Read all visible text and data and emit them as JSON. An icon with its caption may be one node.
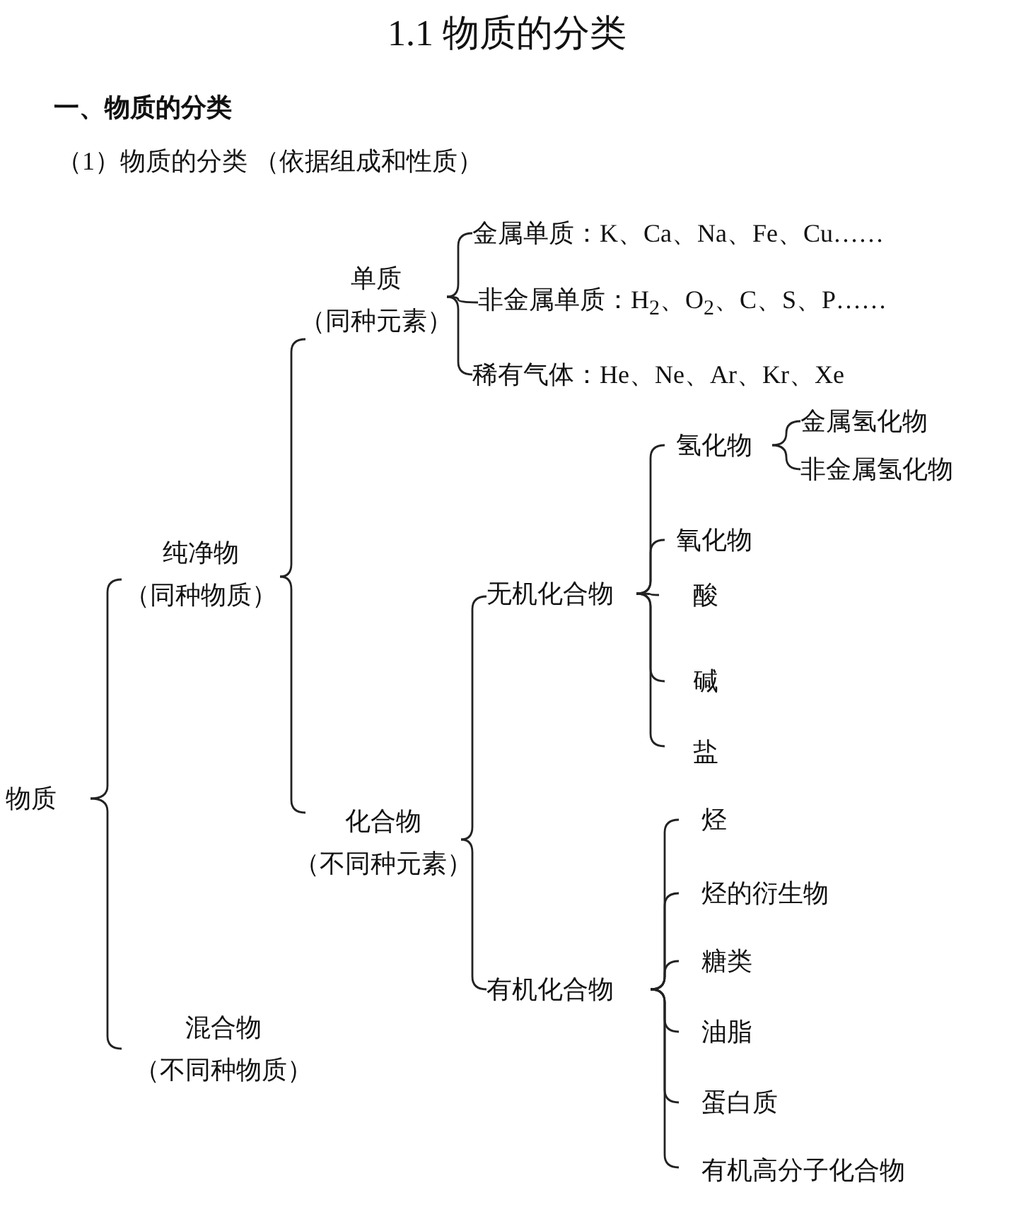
{
  "diagram": {
    "title": "1.1 物质的分类",
    "nodes": [
      {
        "text": [
          "物质"
        ]
      },
      {
        "text": [
          "纯净物",
          "（同种物质）"
        ]
      },
      {
        "text": [
          "混合物",
          "（不同种物质）"
        ]
      },
      {
        "text": [
          "单质",
          "（同种元素）"
        ]
      },
      {
        "text": [
          "化合物",
          "（不同种元素）"
        ]
      },
      {
        "text": [
          "金属单质：K、Ca、Na、Fe、Cu……"
        ]
      },
      {
        "text": [
          "非金属单质：H$_{2}$、O$_{2}$、C、S、P……"
        ]
      },
      {
        "text": [
          "稀有气体：He、Ne、Ar、Kr、Xe"
        ]
      },
      {
        "text": [
          "无机化合物"
        ]
      },
      {
        "text": [
          "有机化合物"
        ]
      },
      {
        "text": [
          "氢化物"
        ]
      },
      {
        "text": [
          "金属氢化物"
        ]
      },
      {
        "text": [
          "非金属氢化物"
        ]
      },
      {
        "text": [
          "氧化物"
        ]
      },
      {
        "text": [
          "酸"
        ]
      },
      {
        "text": [
          "碱"
        ]
      },
      {
        "text": [
          "盐"
        ]
      },
      {
        "text": [
          "烃"
        ]
      },
      {
        "text": [
          "烃的衍生物"
        ]
      },
      {
        "text": [
          "糖类"
        ]
      },
      {
        "text": [
          "油脂"
        ]
      },
      {
        "text": [
          "蛋白质"
        ]
      },
      {
        "text": [
          "有机高分子化合物"
        ]
      }
    ],
    "edges": [
      {
        "from": 0,
        "to": 1,
        "arrow": "none"
      },
      {
        "from": 0,
        "to": 2,
        "arrow": "none"
      },
      {
        "from": 1,
        "to": 3,
        "arrow": "none"
      },
      {
        "from": 1,
        "to": 4,
        "arrow": "none"
      },
      {
        "from": 3,
        "to": 5,
        "arrow": "none"
      },
      {
        "from": 3,
        "to": 6,
        "arrow": "none"
      },
      {
        "from": 3,
        "to": 7,
        "arrow": "none"
      },
      {
        "from": 4,
        "to": 8,
        "arrow": "none"
      },
      {
        "from": 4,
        "to": 9,
        "arrow": "none"
      },
      {
        "from": 8,
        "to": 10,
        "arrow": "none"
      },
      {
        "from": 8,
        "to": 13,
        "arrow": "none"
      },
      {
        "from": 8,
        "to": 14,
        "arrow": "none"
      },
      {
        "from": 8,
        "to": 15,
        "arrow": "none"
      },
      {
        "from": 8,
        "to": 16,
        "arrow": "none"
      },
      {
        "from": 10,
        "to": 11,
        "arrow": "none"
      },
      {
        "from": 10,
        "to": 12,
        "arrow": "none"
      },
      {
        "from": 9,
        "to": 17,
        "arrow": "none"
      },
      {
        "from": 9,
        "to": 18,
        "arrow": "none"
      },
      {
        "from": 9,
        "to": 19,
        "arrow": "none"
      },
      {
        "from": 9,
        "to": 20,
        "arrow": "none"
      },
      {
        "from": 9,
        "to": 21,
        "arrow": "none"
      },
      {
        "from": 9,
        "to": 22,
        "arrow": "none"
      }
    ],
    "labels": [
      "一、物质的分类",
      "（1）物质的分类 （依据组成和性质）"
    ]
  }
}
